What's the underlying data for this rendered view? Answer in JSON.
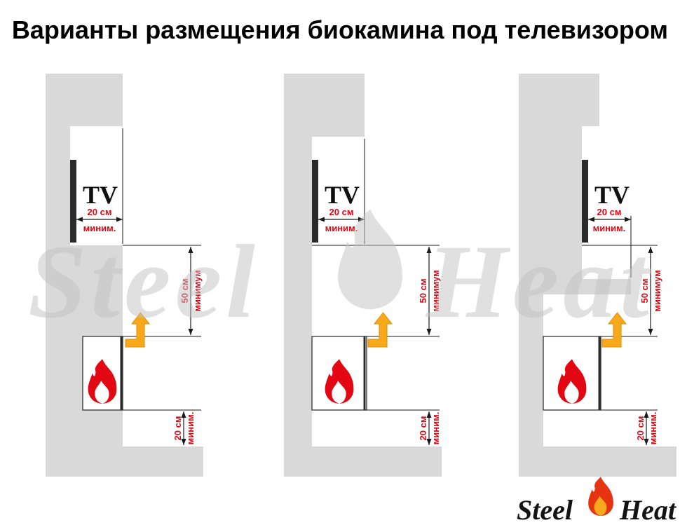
{
  "title": "Варианты размещения биокамина под телевизором",
  "watermark": {
    "word_left": "Steel",
    "word_right": "Heat"
  },
  "logo": {
    "word_left": "Steel",
    "word_right": "Heat"
  },
  "colors": {
    "wall": "#d9d9d9",
    "dimension_text": "#e30613",
    "flame_red": "#e30613",
    "arrow_orange": "#f7a81b",
    "line": "#1a1a1a",
    "tv": "#2b2b2b",
    "watermark_gray": "#c3c3c3"
  },
  "panels": [
    {
      "name": "variant-1",
      "tv_label": "TV",
      "dim_tv": {
        "line1": "20 см",
        "line2": "миним."
      },
      "dim_gap": {
        "line1": "50 см",
        "line2": "минимум"
      },
      "dim_floor": {
        "line1": "20 см",
        "line2": "миним."
      }
    },
    {
      "name": "variant-2",
      "tv_label": "TV",
      "dim_tv": {
        "line1": "20 см",
        "line2": "миним."
      },
      "dim_gap": {
        "line1": "50 см",
        "line2": "минимум"
      },
      "dim_floor": {
        "line1": "20 см",
        "line2": "миним."
      }
    },
    {
      "name": "variant-3",
      "tv_label": "TV",
      "dim_tv": {
        "line1": "20 см",
        "line2": "миним."
      },
      "dim_gap": {
        "line1": "50 см",
        "line2": "минимум"
      },
      "dim_floor": {
        "line1": "20 см",
        "line2": "миним."
      }
    }
  ]
}
